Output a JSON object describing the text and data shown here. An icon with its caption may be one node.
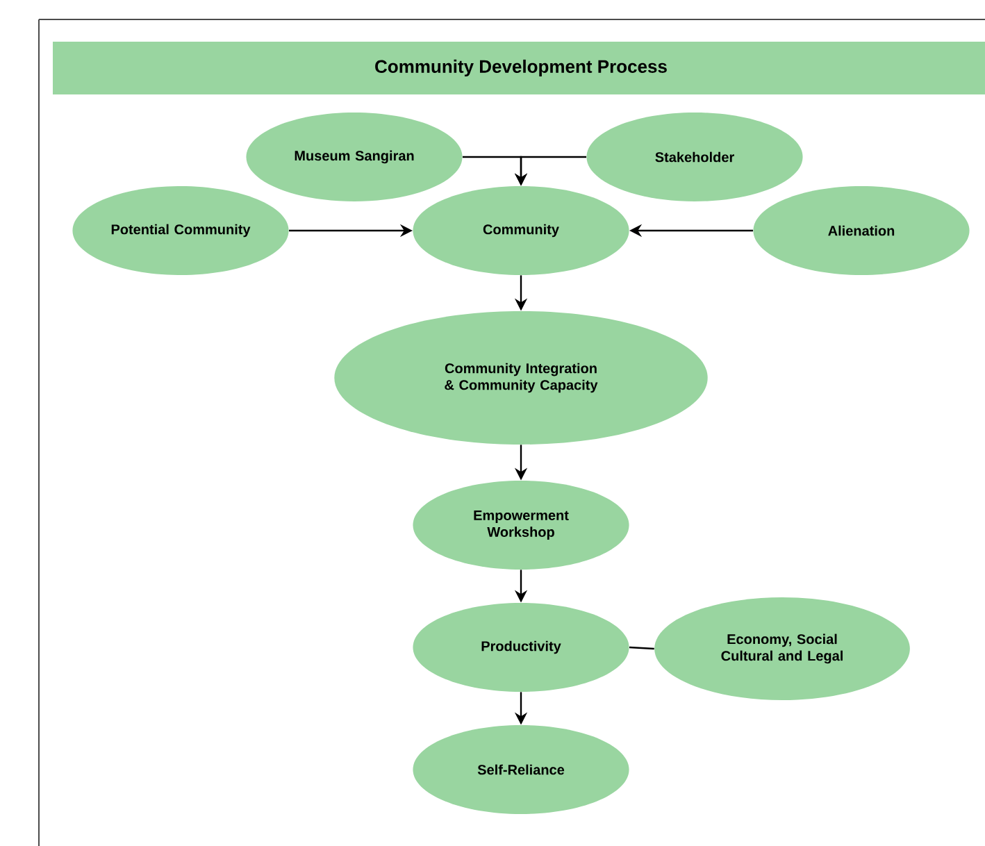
{
  "diagram": {
    "title": "Community Development Process",
    "nodes": [
      {
        "text": [
          "Museum Sangiran"
        ]
      },
      {
        "text": [
          "Stakeholder"
        ]
      },
      {
        "text": [
          "Potential Community"
        ]
      },
      {
        "text": [
          "Community"
        ]
      },
      {
        "text": [
          "Alienation"
        ]
      },
      {
        "text": [
          "Community Integration & Community Capacity"
        ]
      },
      {
        "text": [
          "Empowerment Workshop"
        ]
      },
      {
        "text": [
          "Productivity"
        ]
      },
      {
        "text": [
          "Economy, Social Cultural and Legal"
        ]
      },
      {
        "text": [
          "Self-Reliance"
        ]
      }
    ],
    "edges": [
      {
        "from": 0,
        "to": 3,
        "arrow": "to"
      },
      {
        "from": 1,
        "to": 3,
        "arrow": "to"
      },
      {
        "from": 2,
        "to": 3,
        "arrow": "to"
      },
      {
        "from": 4,
        "to": 3,
        "arrow": "to"
      },
      {
        "from": 3,
        "to": 5,
        "arrow": "to"
      },
      {
        "from": 5,
        "to": 6,
        "arrow": "to"
      },
      {
        "from": 6,
        "to": 7,
        "arrow": "to"
      },
      {
        "from": 7,
        "to": 8,
        "arrow": "none"
      },
      {
        "from": 7,
        "to": 9,
        "arrow": "to"
      }
    ]
  }
}
